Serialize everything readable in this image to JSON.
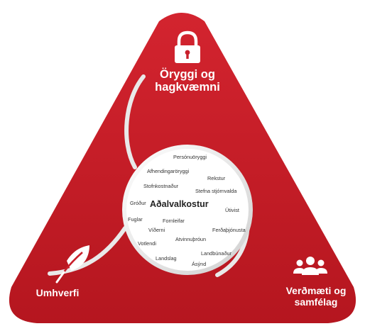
{
  "segments": {
    "top": {
      "label": "Öryggi og hagkvæmni",
      "icon": "padlock-icon"
    },
    "left": {
      "label": "Umhverfi",
      "icon": "leaf-icon"
    },
    "right": {
      "label": "Verðmæti og samfélag",
      "icon": "people-group-icon"
    }
  },
  "center": {
    "title": "Aðalvalkostur",
    "words": [
      "Persónuöryggi",
      "Afhendingaröryggi",
      "Rekstur",
      "Stofnkostnaður",
      "Stefna stjórnvalda",
      "Gróður",
      "Útivist",
      "Fuglar",
      "Fornleifar",
      "Víðerni",
      "Ferðaþjónusta",
      "Atvinnuþróun",
      "Votlendi",
      "Landbúnaður",
      "Landslag",
      "Ásýnd"
    ]
  },
  "colors": {
    "primary": "#c8202b",
    "dark": "#a8141e",
    "separator": "#e8e8e8"
  }
}
